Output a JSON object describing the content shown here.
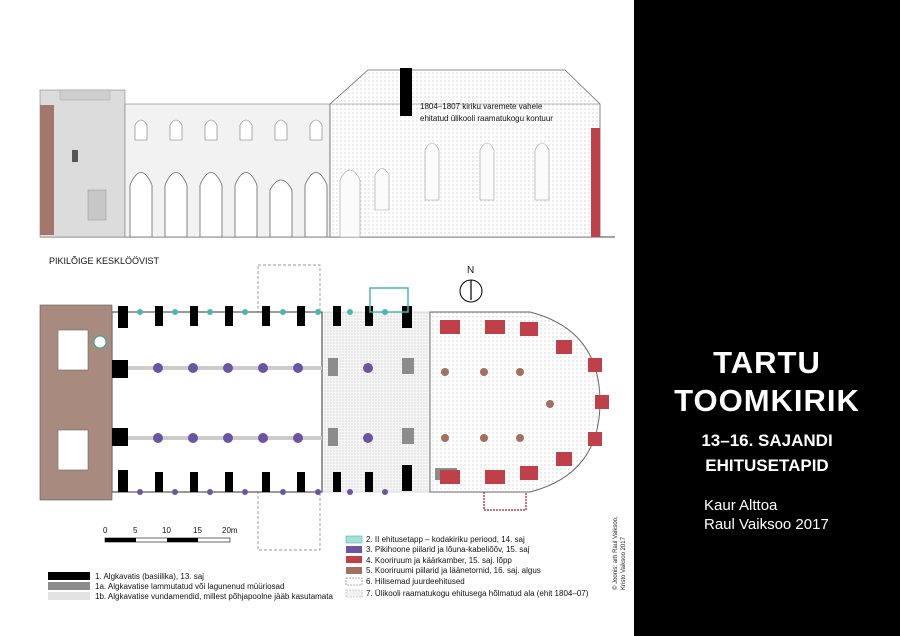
{
  "panel": {
    "title_line1": "TARTU",
    "title_line2": "TOOMKIRIK",
    "subtitle_line1": "13–16. SAJANDI",
    "subtitle_line2": "EHITUSETAPID",
    "author1": "Kaur Alttoa",
    "author2": "Raul Vaiksoo 2017"
  },
  "section": {
    "label": "PIKILÕIGE KESKLÖÖVIST",
    "annotation_line1": "1804–1807 kiriku varemete vahele",
    "annotation_line2": "ehitatud ülikooli raamatukogu kontuur"
  },
  "compass": {
    "north": "N"
  },
  "scale": {
    "t0": "0",
    "t5": "5",
    "t10": "10",
    "t15": "15",
    "t20": "20m"
  },
  "legend_left": [
    {
      "text": "1.   Algkavatis (basiilika), 13. saj",
      "color": "#000000"
    },
    {
      "text": "1a. Algkavatise lammutatud või lagunenud müüriosad",
      "color": "#8c8c8c"
    },
    {
      "text": "1b. Algkavatise vundamendid, millest põhjapoolne jääb kasutamata",
      "color": "#e3e3e3"
    }
  ],
  "legend_right": [
    {
      "text": "2.  II ehitusetapp – kodakiriku periood, 14. saj",
      "color": "#a8ded8"
    },
    {
      "text": "3.  Pikihoone piilarid ja lõuna-kabeliõõv, 15. saj",
      "color": "#6a55a3"
    },
    {
      "text": "4.  Kooriruum ja käärkamber, 15. saj. lõpp",
      "color": "#c0404a"
    },
    {
      "text": "5.  Kooriruumi piilarid ja läänetornid, 16. saj. algus",
      "color": "#a07060"
    },
    {
      "text": "6.  Hilisemad juurdeehitused",
      "color": "#ffffff"
    },
    {
      "text": "7.  Ülikooli raamatukogu ehitusega hõlmatud ala (ehit 1804–07)",
      "color": "#f2f2f2"
    }
  ],
  "credit": {
    "line1": "© Joonis: arh Raul Vaiksoo,",
    "line2": "Kristo Vaiksoo 2017"
  }
}
